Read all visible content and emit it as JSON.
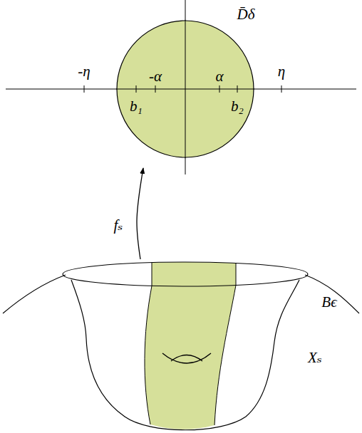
{
  "diagram": {
    "nodes": [
      {
        "text": [
          "D̄δ"
        ]
      },
      {
        "text": [
          "Xₛ"
        ]
      }
    ],
    "edges": [
      {
        "from": 1,
        "to": 0,
        "arrow": "to",
        "label": "fₛ"
      }
    ],
    "labels": [
      "-η",
      "-α",
      "α",
      "η",
      "b₁",
      "b₂",
      "Bϵ"
    ]
  }
}
